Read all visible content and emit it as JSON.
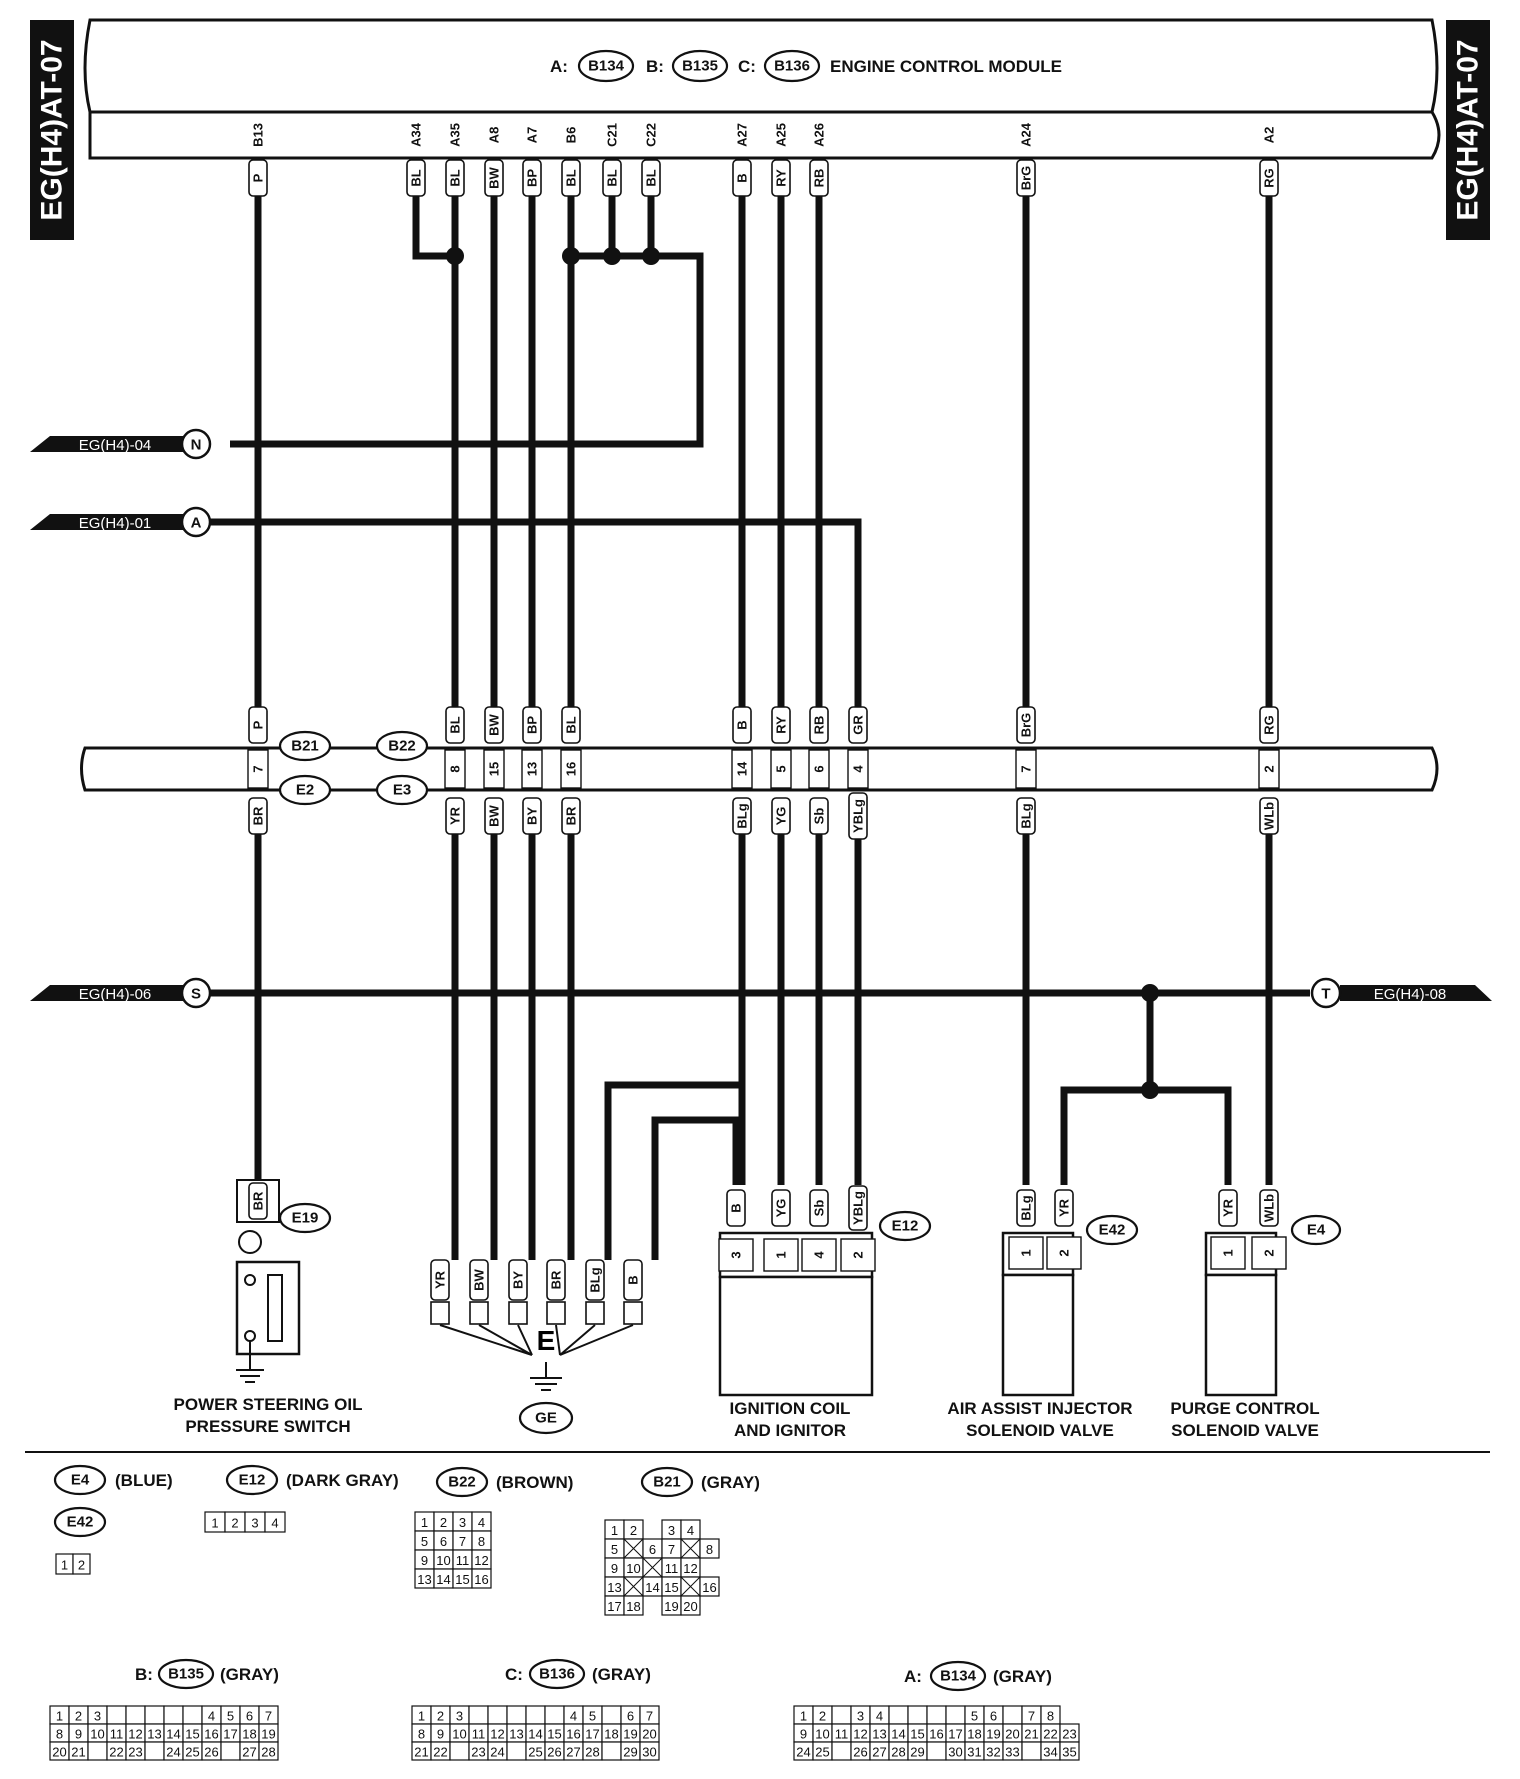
{
  "side_tab": "EG(H4)AT-07",
  "ecm": {
    "title_a_prefix": "A:",
    "title_a": "B134",
    "title_b_prefix": "B:",
    "title_b": "B135",
    "title_c_prefix": "C:",
    "title_c": "B136",
    "title_text": "ENGINE CONTROL MODULE",
    "pins": [
      {
        "pin": "B13",
        "color": "P"
      },
      {
        "pin": "A34",
        "color": "BL"
      },
      {
        "pin": "A35",
        "color": "BL"
      },
      {
        "pin": "A8",
        "color": "BW"
      },
      {
        "pin": "A7",
        "color": "BP"
      },
      {
        "pin": "B6",
        "color": "BL"
      },
      {
        "pin": "C21",
        "color": "BL"
      },
      {
        "pin": "C22",
        "color": "BL"
      },
      {
        "pin": "A27",
        "color": "B"
      },
      {
        "pin": "A25",
        "color": "RY"
      },
      {
        "pin": "A26",
        "color": "RB"
      },
      {
        "pin": "A24",
        "color": "BrG"
      },
      {
        "pin": "A2",
        "color": "RG"
      }
    ]
  },
  "refs": {
    "n": {
      "text": "EG(H4)-04",
      "letter": "N"
    },
    "a": {
      "text": "EG(H4)-01",
      "letter": "A"
    },
    "s": {
      "text": "EG(H4)-06",
      "letter": "S"
    },
    "t": {
      "text": "EG(H4)-08",
      "letter": "T"
    }
  },
  "row_connector": {
    "b21": "B21",
    "e2": "E2",
    "b22": "B22",
    "e3": "E3",
    "columns": [
      {
        "top": "P",
        "pin": "7",
        "bottom": "BR"
      },
      {
        "top": "BL",
        "pin": "8",
        "bottom": "YR"
      },
      {
        "top": "BW",
        "pin": "15",
        "bottom": "BW"
      },
      {
        "top": "BP",
        "pin": "13",
        "bottom": "BY"
      },
      {
        "top": "BL",
        "pin": "16",
        "bottom": "BR"
      },
      {
        "top": "B",
        "pin": "14",
        "bottom": "BLg"
      },
      {
        "top": "RY",
        "pin": "5",
        "bottom": "YG"
      },
      {
        "top": "RB",
        "pin": "6",
        "bottom": "Sb"
      },
      {
        "top": "GR",
        "pin": "4",
        "bottom": "YBLg"
      },
      {
        "top": "BrG",
        "pin": "7",
        "bottom": "BLg"
      },
      {
        "top": "RG",
        "pin": "2",
        "bottom": "WLb"
      }
    ]
  },
  "components": {
    "e19": {
      "id": "E19",
      "wire": "BR",
      "label_line1": "POWER STEERING OIL",
      "label_line2": "PRESSURE SWITCH"
    },
    "ground": {
      "letter": "E",
      "id": "GE",
      "wires": [
        "YR",
        "BW",
        "BY",
        "BR",
        "BLg",
        "B"
      ]
    },
    "e12": {
      "id": "E12",
      "wires": [
        "B",
        "YG",
        "Sb",
        "YBLg"
      ],
      "pins": [
        "3",
        "1",
        "4",
        "2"
      ],
      "label_line1": "IGNITION COIL",
      "label_line2": "AND IGNITOR"
    },
    "e42": {
      "id": "E42",
      "wires": [
        "BLg",
        "YR"
      ],
      "pins": [
        "1",
        "2"
      ],
      "label_line1": "AIR ASSIST INJECTOR",
      "label_line2": "SOLENOID VALVE"
    },
    "e4": {
      "id": "E4",
      "wires": [
        "YR",
        "WLb"
      ],
      "pins": [
        "1",
        "2"
      ],
      "label_line1": "PURGE CONTROL",
      "label_line2": "SOLENOID VALVE"
    }
  },
  "legend": {
    "e4": "E4",
    "e4_color": "(BLUE)",
    "e42": "E42",
    "e12": "E12",
    "e12_color": "(DARK GRAY)",
    "b22": "B22",
    "b22_color": "(BROWN)",
    "b21": "B21",
    "b21_color": "(GRAY)",
    "b135_prefix": "B:",
    "b135": "B135",
    "b135_color": "(GRAY)",
    "b136_prefix": "C:",
    "b136": "B136",
    "b136_color": "(GRAY)",
    "b134_prefix": "A:",
    "b134": "B134",
    "b134_color": "(GRAY)"
  }
}
